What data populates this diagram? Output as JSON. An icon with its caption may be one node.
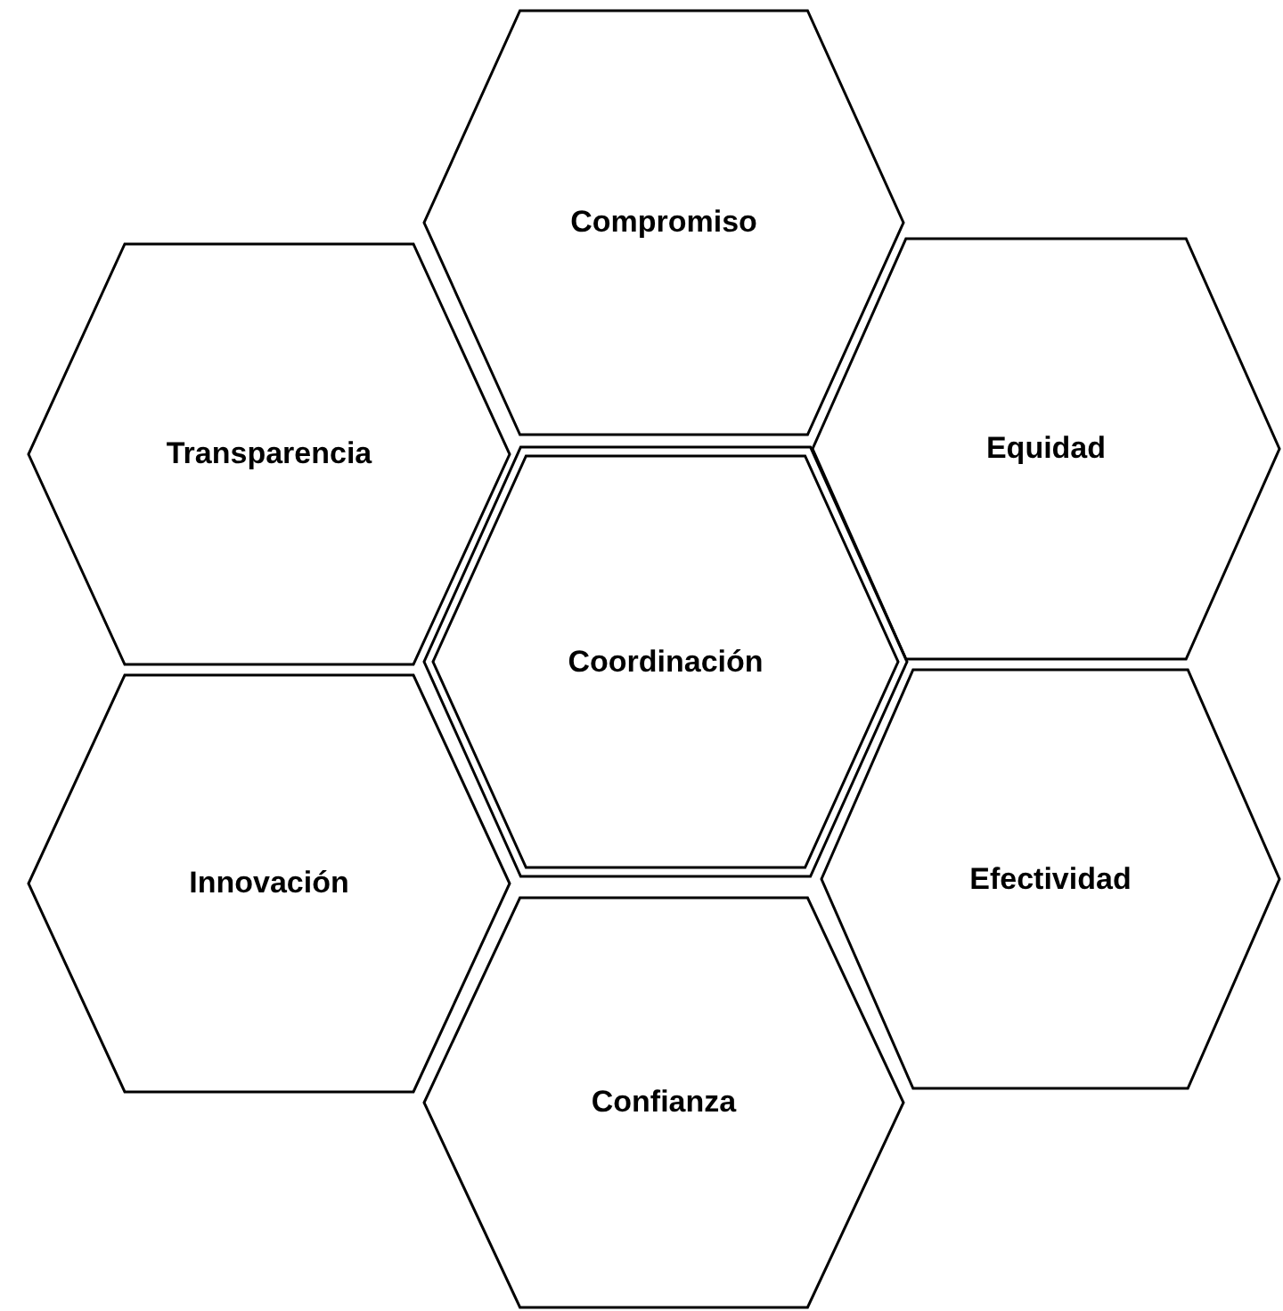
{
  "diagram": {
    "nodes": [
      {
        "text": [
          "Compromiso"
        ]
      },
      {
        "text": [
          "Transparencia"
        ]
      },
      {
        "text": [
          "Equidad"
        ]
      },
      {
        "text": [
          "Coordinación"
        ]
      },
      {
        "text": [
          "Innovación"
        ]
      },
      {
        "text": [
          "Efectividad"
        ]
      },
      {
        "text": [
          "Confianza"
        ]
      }
    ]
  }
}
